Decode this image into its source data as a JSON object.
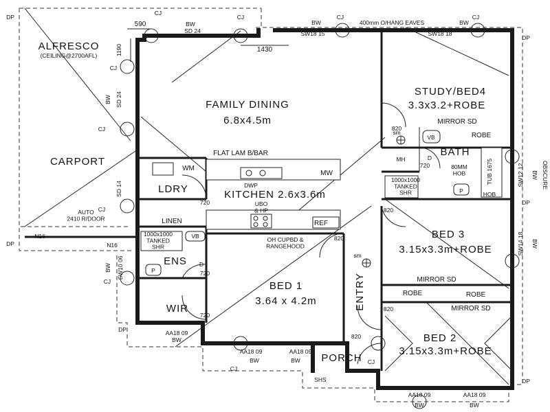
{
  "rooms": {
    "alfresco": "ALFRESCO",
    "alfresco_ceiling": "(CEILING@2700AFL)",
    "carport": "CARPORT",
    "family": "FAMILY DINING",
    "family_size": "6.8x4.5m",
    "kitchen": "KITCHEN  2.6x3.6m",
    "ldry": "LDRY",
    "ens": "ENS",
    "wir": "WIR",
    "bed1": "BED 1",
    "bed1_size": "3.64 x 4.2m",
    "entry": "ENTRY",
    "porch": "PORCH",
    "study": "STUDY/BED4",
    "study_size": "3.3x3.2+ROBE",
    "bath": "BATH",
    "bed3": "BED 3",
    "bed3_size": "3.15x3.3m+ROBE",
    "bed2": "BED 2",
    "bed2_size": "3.15x3.3m+ROBE"
  },
  "labels": {
    "flat_lam_bar": "FLAT LAM B/BAR",
    "wm": "WM",
    "mw": "MW",
    "dwp": "DWP",
    "ubo_hp": "UBO\n& HP",
    "ref": "REF",
    "linen": "LINEN",
    "tanked_shr_ens": "1000x1000\nTANKED\nSHR",
    "vb": "VB",
    "p": "P",
    "d": "D",
    "oh_cupbd": "OH CUPBD &\nRANGEHOOD",
    "auto_door": "AUTO\n2410 R/DOOR",
    "n16": "N16",
    "mirror_sd": "MIRROR SD",
    "robe": "ROBE",
    "mh": "MH",
    "hob_80": "80MM\nHOB",
    "hob": "HOB",
    "tub": "TUB 1675",
    "tanked_shr_bath": "1000x1000\nTANKED\nSHR",
    "obscure": "OBSCURE",
    "sm": "sm",
    "shs": "SHS",
    "eaves": "400mm O/HANG EAVES",
    "bw": "BW",
    "cj": "CJ",
    "dp": "DP",
    "sd24": "SD 24",
    "sd14": "SD 14",
    "sw18_15": "SW18 15",
    "sw18_18": "SW18 18",
    "sw12_12": "SW12 12",
    "sw14_18": "SW14 18",
    "sw10_06": "SW10 06",
    "aa18_09": "AA18 09",
    "d590": "590",
    "d1190": "1190",
    "d1430": "1430",
    "d720": "720",
    "d820": "820"
  }
}
